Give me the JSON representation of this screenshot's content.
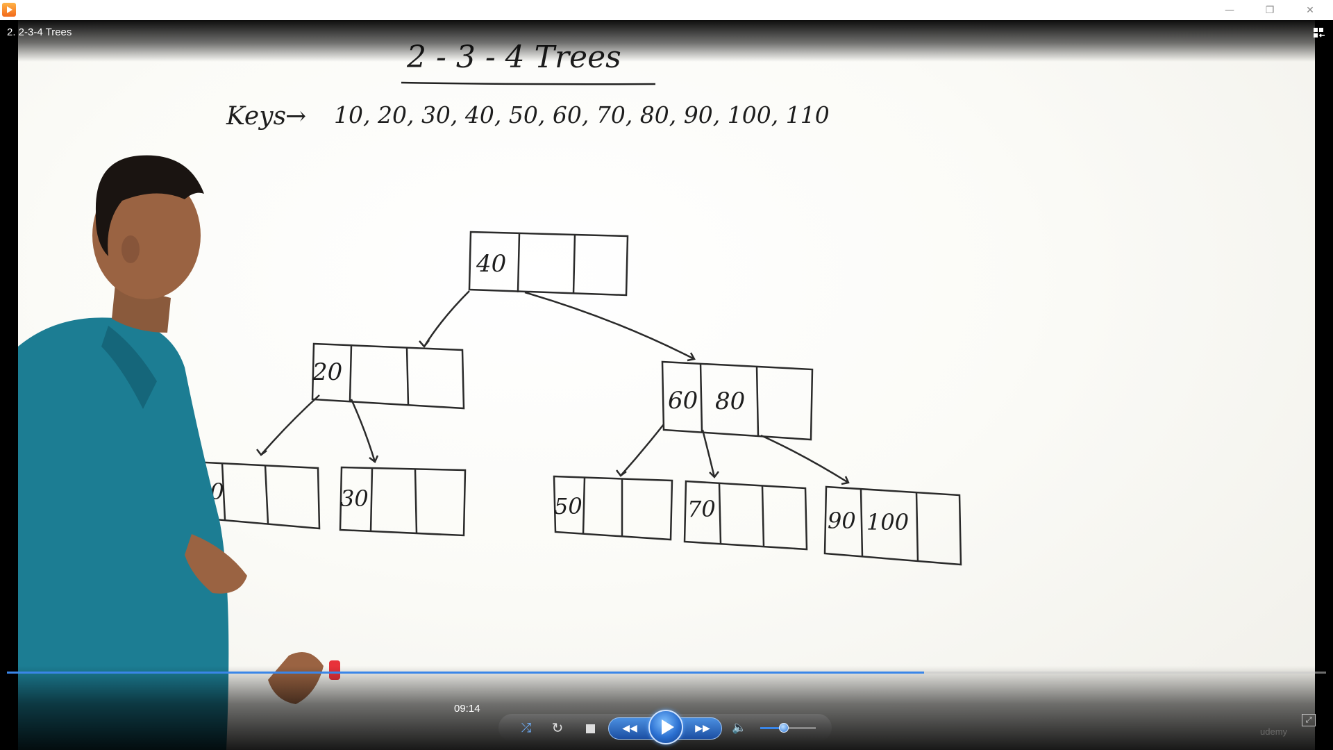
{
  "window": {
    "title_icon": "media-player-icon",
    "minimize_glyph": "—",
    "maximize_glyph": "❐",
    "close_glyph": "✕"
  },
  "video": {
    "title": "2. 2-3-4 Trees",
    "whiteboard": {
      "heading": "2 - 3 - 4 Trees",
      "keys_label": "Keys",
      "keys_arrow": "→",
      "keys_list": "10, 20, 30, 40, 50, 60, 70, 80, 90, 100, 110",
      "tree": {
        "root": [
          "40",
          "",
          ""
        ],
        "level1_left": [
          "20",
          "",
          ""
        ],
        "level1_right": [
          "60",
          "80",
          ""
        ],
        "leaves": [
          [
            "10",
            "",
            ""
          ],
          [
            "30",
            "",
            ""
          ],
          [
            "50",
            "",
            ""
          ],
          [
            "70",
            "",
            ""
          ],
          [
            "90",
            "100",
            ""
          ]
        ]
      }
    },
    "watermark": "udemy"
  },
  "controls": {
    "current_time": "09:14",
    "progress_fraction": 0.695,
    "volume_fraction": 0.42,
    "shuffle_glyph": "⤮",
    "repeat_glyph": "↻",
    "prev_glyph": "◀◀",
    "next_glyph": "▶▶",
    "mute_glyph": "🔈",
    "fullscreen_glyph": "⤢",
    "accent_color": "#3a86e8"
  }
}
